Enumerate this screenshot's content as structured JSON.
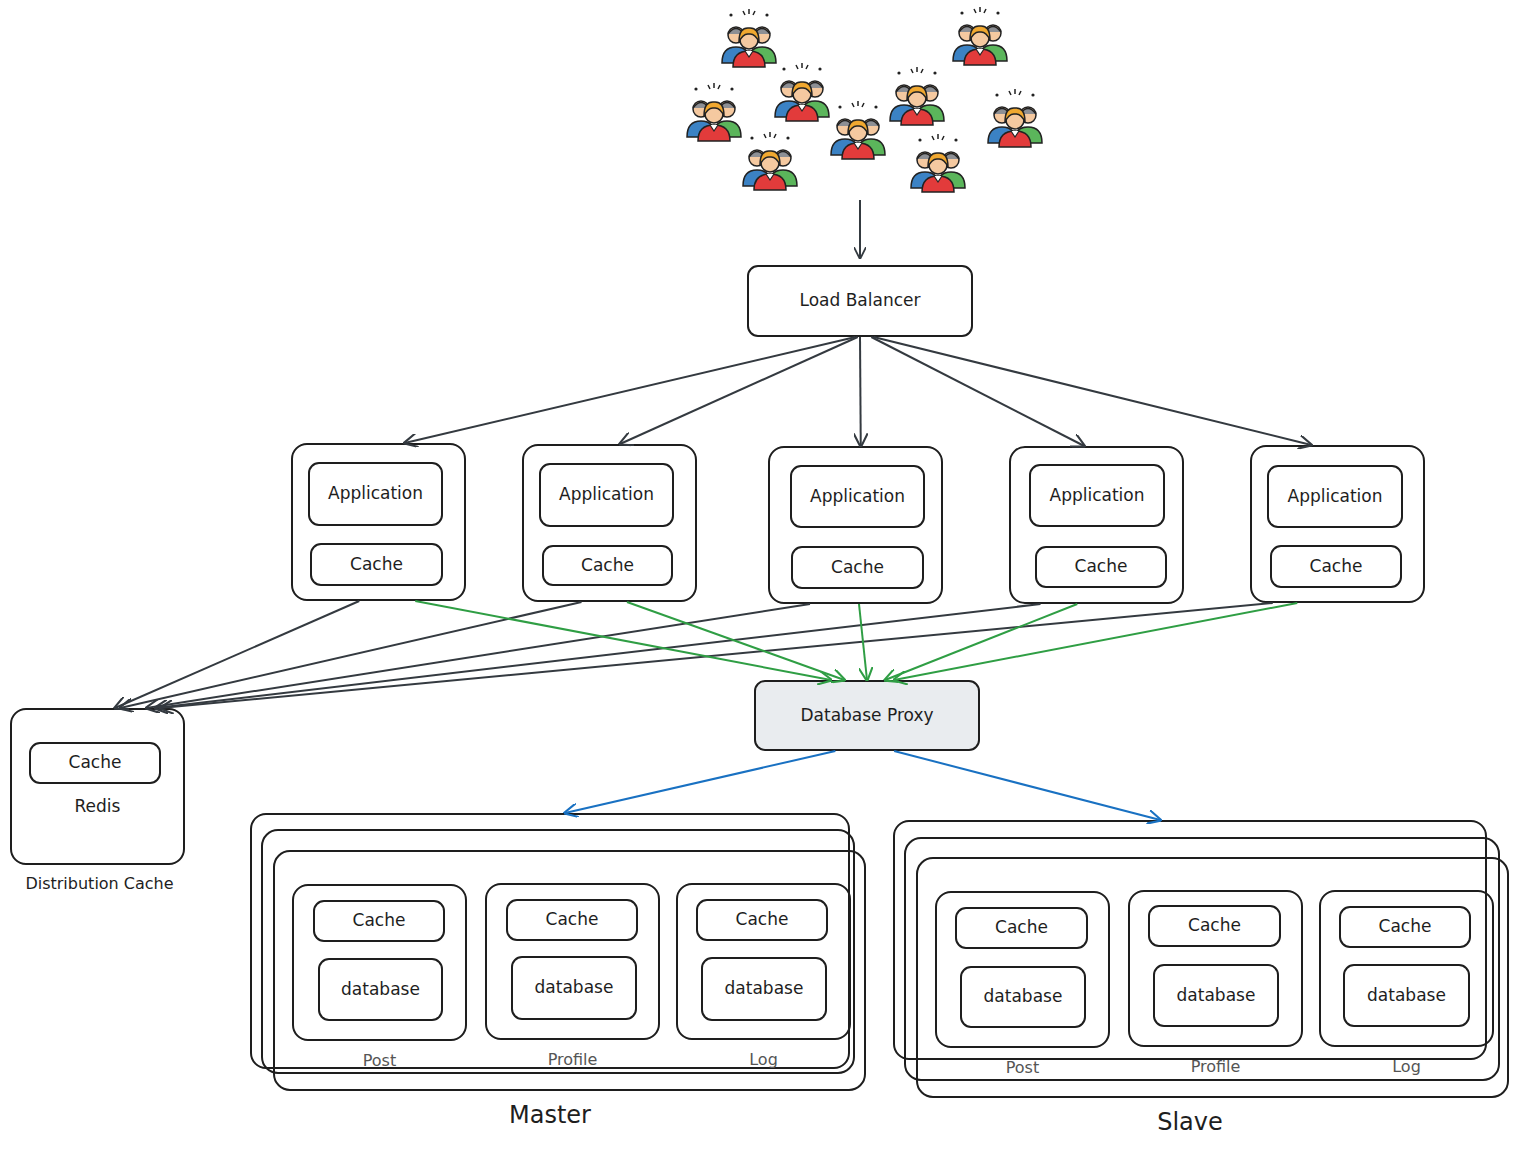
{
  "diagram": {
    "nodes": [
      {
        "text": [
          "Load Balancer"
        ]
      },
      {
        "text": []
      },
      {
        "text": [
          "Application"
        ],
        "in": 1
      },
      {
        "text": [
          "Cache"
        ],
        "in": 1
      },
      {
        "text": []
      },
      {
        "text": [
          "Application"
        ],
        "in": 4
      },
      {
        "text": [
          "Cache"
        ],
        "in": 4
      },
      {
        "text": []
      },
      {
        "text": [
          "Application"
        ],
        "in": 7
      },
      {
        "text": [
          "Cache"
        ],
        "in": 7
      },
      {
        "text": []
      },
      {
        "text": [
          "Application"
        ],
        "in": 10
      },
      {
        "text": [
          "Cache"
        ],
        "in": 10
      },
      {
        "text": []
      },
      {
        "text": [
          "Application"
        ],
        "in": 13
      },
      {
        "text": [
          "Cache"
        ],
        "in": 13
      },
      {
        "text": [
          "Redis",
          "Distribution Cache"
        ]
      },
      {
        "text": [
          "Cache"
        ],
        "in": 16
      },
      {
        "text": [
          "Database Proxy"
        ]
      },
      {
        "text": [
          "Master"
        ]
      },
      {
        "text": [
          "Post"
        ],
        "in": 19
      },
      {
        "text": [
          "Cache"
        ],
        "in": 20
      },
      {
        "text": [
          "database"
        ],
        "in": 20
      },
      {
        "text": [
          "Profile"
        ],
        "in": 19
      },
      {
        "text": [
          "Cache"
        ],
        "in": 23
      },
      {
        "text": [
          "database"
        ],
        "in": 23
      },
      {
        "text": [
          "Log"
        ],
        "in": 19
      },
      {
        "text": [
          "Cache"
        ],
        "in": 26
      },
      {
        "text": [
          "database"
        ],
        "in": 26
      },
      {
        "text": [
          "Slave"
        ]
      },
      {
        "text": [
          "Post"
        ],
        "in": 29
      },
      {
        "text": [
          "Cache"
        ],
        "in": 30
      },
      {
        "text": [
          "database"
        ],
        "in": 30
      },
      {
        "text": [
          "Profile"
        ],
        "in": 29
      },
      {
        "text": [
          "Cache"
        ],
        "in": 33
      },
      {
        "text": [
          "database"
        ],
        "in": 33
      },
      {
        "text": [
          "Log"
        ],
        "in": 29
      },
      {
        "text": [
          "Cache"
        ],
        "in": 36
      },
      {
        "text": [
          "database"
        ],
        "in": 36
      }
    ],
    "edges": [
      {
        "from": 0,
        "to": 1,
        "arrow": "to"
      },
      {
        "from": 0,
        "to": 4,
        "arrow": "to"
      },
      {
        "from": 0,
        "to": 7,
        "arrow": "to"
      },
      {
        "from": 0,
        "to": 10,
        "arrow": "to"
      },
      {
        "from": 0,
        "to": 13,
        "arrow": "to"
      },
      {
        "from": 1,
        "to": 16,
        "arrow": "to"
      },
      {
        "from": 4,
        "to": 16,
        "arrow": "to"
      },
      {
        "from": 7,
        "to": 16,
        "arrow": "to"
      },
      {
        "from": 10,
        "to": 16,
        "arrow": "to"
      },
      {
        "from": 13,
        "to": 16,
        "arrow": "to"
      },
      {
        "from": 1,
        "to": 18,
        "arrow": "to"
      },
      {
        "from": 4,
        "to": 18,
        "arrow": "to"
      },
      {
        "from": 7,
        "to": 18,
        "arrow": "to"
      },
      {
        "from": 10,
        "to": 18,
        "arrow": "to"
      },
      {
        "from": 13,
        "to": 18,
        "arrow": "to"
      },
      {
        "from": 18,
        "to": 19,
        "arrow": "to"
      },
      {
        "from": 18,
        "to": 29,
        "arrow": "to"
      }
    ]
  }
}
